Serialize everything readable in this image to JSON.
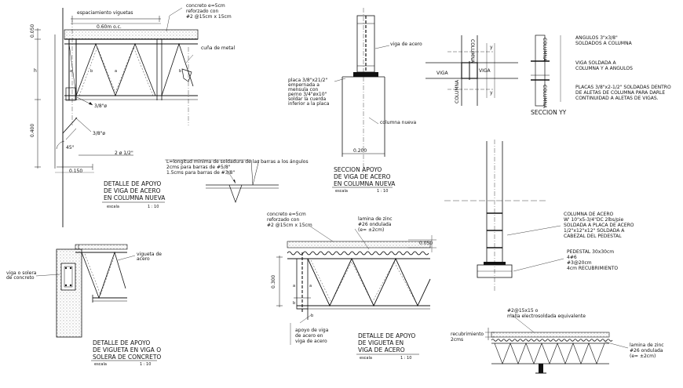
{
  "detail1": {
    "top": [
      "espaciamiento viguetas",
      "0.60m  o.c.",
      "concreto e=5cm",
      "reforzado con",
      "#2 @15cm x 15cm"
    ],
    "cuna": "cuña de metal",
    "dims": [
      "0.050",
      "h",
      "0.400",
      "0.150"
    ],
    "weld_a": "3/8\"ø",
    "weld_b": "3/8\"ø",
    "angle": "45°",
    "bar": "2 ø 1/2\"",
    "letters": [
      "a",
      "b",
      "a",
      "b"
    ],
    "title": [
      "DETALLE DE APOYO",
      "DE VIGA DE ACERO",
      "EN COLUMNA NUEVA"
    ],
    "escala": "escala",
    "scale": "1 : 10"
  },
  "weld_note": [
    "L=longitud minima de soldadura de las barras a los ángulos",
    "2cms para barras de #5/8\"",
    "1.5cms para barras de #3/8\""
  ],
  "section_apoyo": {
    "viga": "viga de acero",
    "placa": [
      "placa 3/8\"x21/2\"",
      "empernada a",
      "mensula con",
      "perno 3/4\"øx10\"",
      "soldar la cuerda",
      "inferior a la placa"
    ],
    "columna": "columna nueva",
    "dim": "0.200",
    "title": [
      "SECCION APOYO",
      "DE VIGA DE ACERO",
      "EN COLUMNA NUEVA"
    ],
    "escala": "escala",
    "scale": "1 : 10"
  },
  "section_yy": {
    "viga": "VIGA",
    "columna": "COLUMNA",
    "y": "y",
    "notes": [
      "ANGULOS 3\"x3/8\"",
      "SOLDADOS A COLUMNA",
      "VIGA SOLDADA A",
      "COLUMNA Y A ANGULOS",
      "PLACAS 3/8\"x2-1/2\" SOLDADAS DENTRO",
      "DE ALETAS DE COLUMNA PARA DARLE",
      "CONTINUIDAD A ALETAS DE VIGAS."
    ],
    "title": "SECCION YY"
  },
  "column_notes": [
    "COLUMNA DE ACERO",
    "W' 10\"x5-3/4\"DC 2lbs/pie",
    "SOLDADA A PLACA DE ACERO",
    "1/2\"x12\"x12\" SOLDADA A",
    "CABEZAL DEL PEDESTAL",
    "PEDESTAL 30x30cm",
    "4#6",
    "#3@20cm",
    "4cm RECUBRIMIENTO"
  ],
  "detail_solera": {
    "solera": [
      "viga o solera",
      "de concreto"
    ],
    "vigueta": [
      "vigueta de",
      "acero"
    ],
    "title": [
      "DETALLE DE APOYO",
      "DE VIGUETA EN VIGA O",
      "SOLERA DE CONCRETO"
    ],
    "escala": "escala",
    "scale": "1 : 10"
  },
  "detail_vigueta": {
    "concreto": [
      "concreto e=5cm",
      "reforzado con",
      "#2 @15cm x 15cm"
    ],
    "lamina": [
      "lamina de zinc",
      "#26 ondulada",
      "(e= ±2cm)"
    ],
    "dims": [
      "0.050",
      "0.300"
    ],
    "apoyo": [
      "apoyo de viga",
      "de acero en",
      "viga de acero"
    ],
    "letters": [
      "a",
      "a",
      "b",
      "b"
    ],
    "title": [
      "DETALLE DE APOYO",
      "DE VIGUETA EN",
      "VIGA DE ACERO"
    ],
    "escala": "escala",
    "scale": "1 : 10"
  },
  "slab": {
    "malla": [
      "#2@15x15 o",
      "malla electrosoldada equivalente"
    ],
    "recubrimiento": [
      "recubrimiento",
      "2cms"
    ],
    "lamina": [
      "lamina de zinc",
      "#26 ondulada",
      "(e= ±2cm)"
    ]
  }
}
